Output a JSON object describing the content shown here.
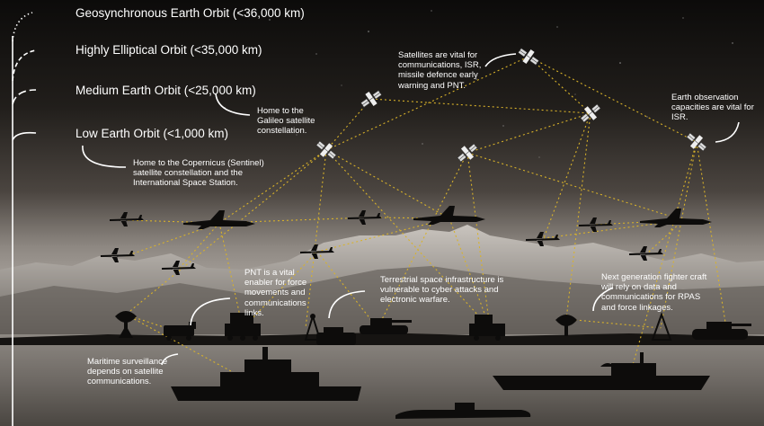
{
  "orbits": [
    {
      "label": "Geosynchronous Earth Orbit (<36,000 km)"
    },
    {
      "label": "Highly Elliptical Orbit (<35,000 km)"
    },
    {
      "label": "Medium Earth Orbit (<25,000 km)"
    },
    {
      "label": "Low Earth Orbit (<1,000 km)"
    }
  ],
  "annotations": {
    "galileo": "Home to the Galileo satellite constellation.",
    "copernicus": "Home to the Copernicus (Sentinel) satellite constellation and the International Space Station.",
    "satellites_vital": "Satellites are vital for communications, ISR, missile defence early warning and PNT.",
    "earth_observation": "Earth observation capacities are vital for ISR.",
    "pnt": "PNT is a vital enabler for force movements and communications links.",
    "terrestrial": "Terrestrial space infrastructure is vulnerable to cyber attacks and electronic warfare.",
    "next_gen": "Next generation fighter craft will rely on data and communications for RPAS and force linkages.",
    "maritime": "Maritime surveillance depends on satellite communications."
  },
  "colors": {
    "link_line": "#d8b22a",
    "text": "#ffffff",
    "sky_top": "#0c0b0a",
    "sky_mid": "#3d3833",
    "horizon": "#a09a93",
    "sea": "#77726c",
    "silhouette": "#0d0c0b"
  }
}
